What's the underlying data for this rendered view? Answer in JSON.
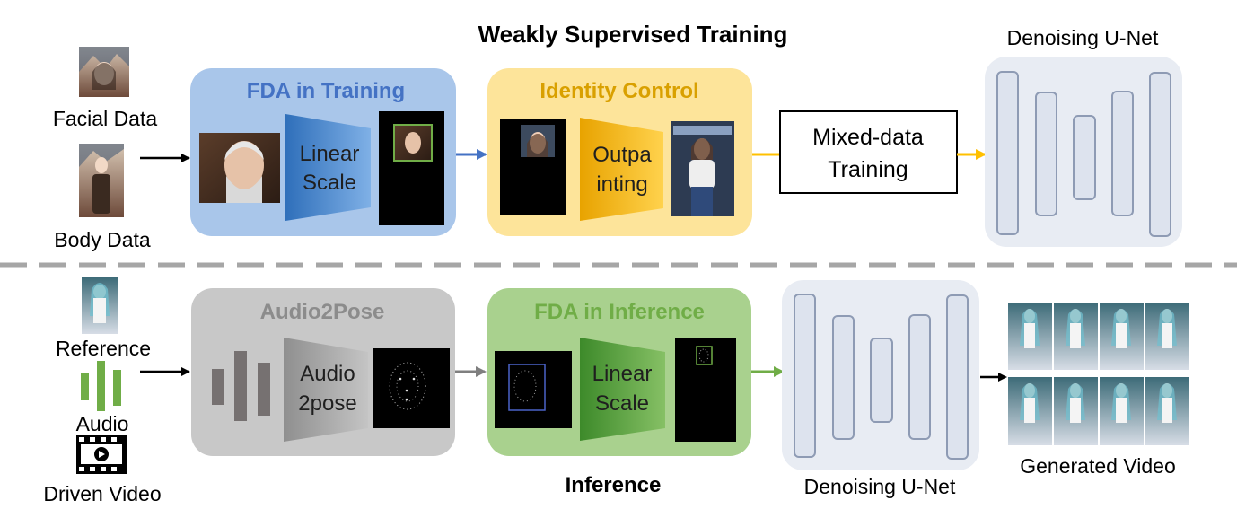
{
  "top_section": {
    "title": "Weakly Supervised Training",
    "inputs": {
      "facial_label": "Facial Data",
      "body_label": "Body Data"
    },
    "fda_training": {
      "title": "FDA in Training",
      "op_line1": "Linear",
      "op_line2": "Scale"
    },
    "identity_control": {
      "title": "Identity Control",
      "op_line1": "Outpa",
      "op_line2": "inting"
    },
    "mixed_training": {
      "line1": "Mixed-data",
      "line2": "Training"
    },
    "unet_label": "Denoising U-Net"
  },
  "bottom_section": {
    "title": "Inference",
    "inputs": {
      "reference_label": "Reference",
      "audio_label": "Audio",
      "video_label": "Driven Video"
    },
    "audio2pose": {
      "title": "Audio2Pose",
      "op_line1": "Audio",
      "op_line2": "2pose"
    },
    "fda_inference": {
      "title": "FDA in Inference",
      "op_line1": "Linear",
      "op_line2": "Scale"
    },
    "unet_label": "Denoising U-Net",
    "output_label": "Generated Video"
  },
  "colors": {
    "fda_training_bg": "#a9c6ea",
    "fda_training_title": "#4472c4",
    "identity_bg": "#fde49a",
    "identity_title": "#d9a000",
    "audio2pose_bg": "#c8c8c8",
    "audio2pose_title": "#8c8c8c",
    "fda_inference_bg": "#a9d18e",
    "fda_inference_title": "#70ad47",
    "unet_bg": "#e8ecf3",
    "unet_bar": "#dde3ee",
    "unet_bar_stroke": "#8e9bb4",
    "divider": "#a6a6a6"
  }
}
